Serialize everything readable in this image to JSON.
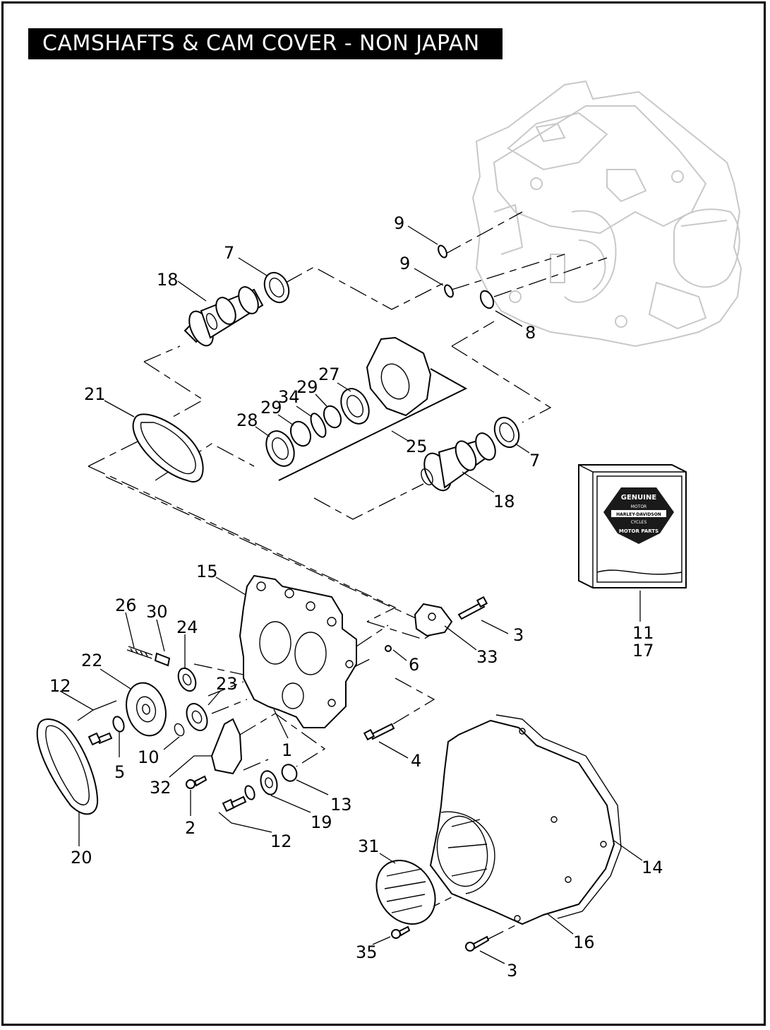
{
  "title": "CAMSHAFTS & CAM COVER - NON JAPAN",
  "callouts": [
    {
      "id": "c9a",
      "text": "9"
    },
    {
      "id": "c9b",
      "text": "9"
    },
    {
      "id": "c7a",
      "text": "7"
    },
    {
      "id": "c18a",
      "text": "18"
    },
    {
      "id": "c8",
      "text": "8"
    },
    {
      "id": "c27",
      "text": "27"
    },
    {
      "id": "c29a",
      "text": "29"
    },
    {
      "id": "c34",
      "text": "34"
    },
    {
      "id": "c29b",
      "text": "29"
    },
    {
      "id": "c21",
      "text": "21"
    },
    {
      "id": "c28",
      "text": "28"
    },
    {
      "id": "c25",
      "text": "25"
    },
    {
      "id": "c7b",
      "text": "7"
    },
    {
      "id": "c18b",
      "text": "18"
    },
    {
      "id": "c15",
      "text": "15"
    },
    {
      "id": "c26",
      "text": "26"
    },
    {
      "id": "c30",
      "text": "30"
    },
    {
      "id": "c24",
      "text": "24"
    },
    {
      "id": "c22",
      "text": "22"
    },
    {
      "id": "c23",
      "text": "23"
    },
    {
      "id": "c12a",
      "text": "12"
    },
    {
      "id": "c3a",
      "text": "3"
    },
    {
      "id": "c33",
      "text": "33"
    },
    {
      "id": "c6",
      "text": "6"
    },
    {
      "id": "c11",
      "text": "11"
    },
    {
      "id": "c17",
      "text": "17"
    },
    {
      "id": "c5",
      "text": "5"
    },
    {
      "id": "c10",
      "text": "10"
    },
    {
      "id": "c1",
      "text": "1"
    },
    {
      "id": "c4",
      "text": "4"
    },
    {
      "id": "c32",
      "text": "32"
    },
    {
      "id": "c13",
      "text": "13"
    },
    {
      "id": "c2",
      "text": "2"
    },
    {
      "id": "c19",
      "text": "19"
    },
    {
      "id": "c12b",
      "text": "12"
    },
    {
      "id": "c20",
      "text": "20"
    },
    {
      "id": "c31",
      "text": "31"
    },
    {
      "id": "c14",
      "text": "14"
    },
    {
      "id": "c16",
      "text": "16"
    },
    {
      "id": "c35",
      "text": "35"
    },
    {
      "id": "c3b",
      "text": "3"
    }
  ],
  "badge": {
    "line1": "GENUINE",
    "line2": "MOTOR",
    "line3": "HARLEY-DAVIDSON",
    "line4": "CYCLES",
    "line5": "MOTOR PARTS"
  }
}
